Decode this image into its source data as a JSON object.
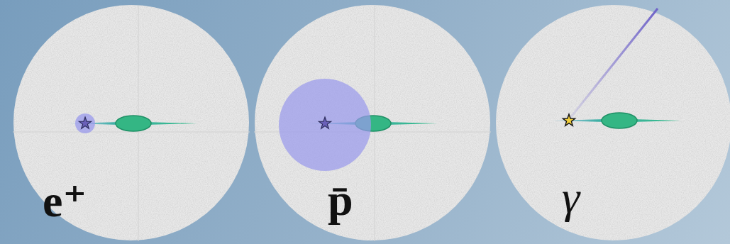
{
  "diagram": {
    "nodes": [
      {
        "text": [
          "e⁺"
        ]
      },
      {
        "text": [
          "p̄"
        ]
      },
      {
        "text": [
          "γ"
        ]
      }
    ]
  }
}
